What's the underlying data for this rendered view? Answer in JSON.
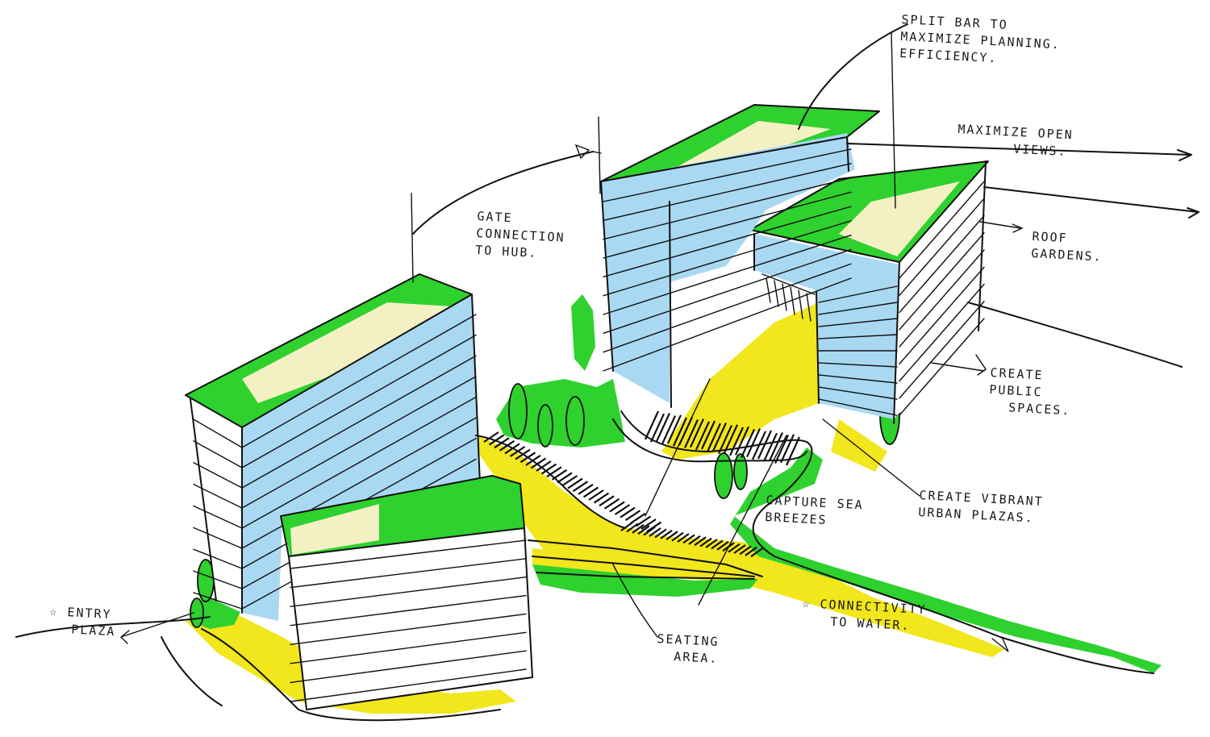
{
  "colors": {
    "green": "#2ed12e",
    "yellow": "#f2e61c",
    "blue": "#a9d9f2",
    "cream": "#f3f1c4",
    "ink": "#111111"
  },
  "notes": {
    "split_bar": [
      "SPLIT BAR TO",
      "MAXIMIZE PLANNING.",
      "EFFICIENCY."
    ],
    "open_views": [
      "MAXIMIZE OPEN",
      "VIEWS."
    ],
    "roof_gardens": [
      "ROOF",
      "GARDENS."
    ],
    "gate": [
      "GATE",
      "CONNECTION",
      "TO HUB."
    ],
    "public_spaces": [
      "CREATE",
      "PUBLIC",
      "SPACES."
    ],
    "sea_breezes": [
      "CAPTURE SEA",
      "BREEZES"
    ],
    "urban_plazas": [
      "CREATE VIBRANT",
      "URBAN PLAZAS."
    ],
    "entry": [
      "☆ ENTRY",
      "PLAZA"
    ],
    "water": [
      "☆ CONNECTIVITY",
      "TO WATER."
    ],
    "seating": [
      "SEATING",
      "AREA."
    ]
  }
}
